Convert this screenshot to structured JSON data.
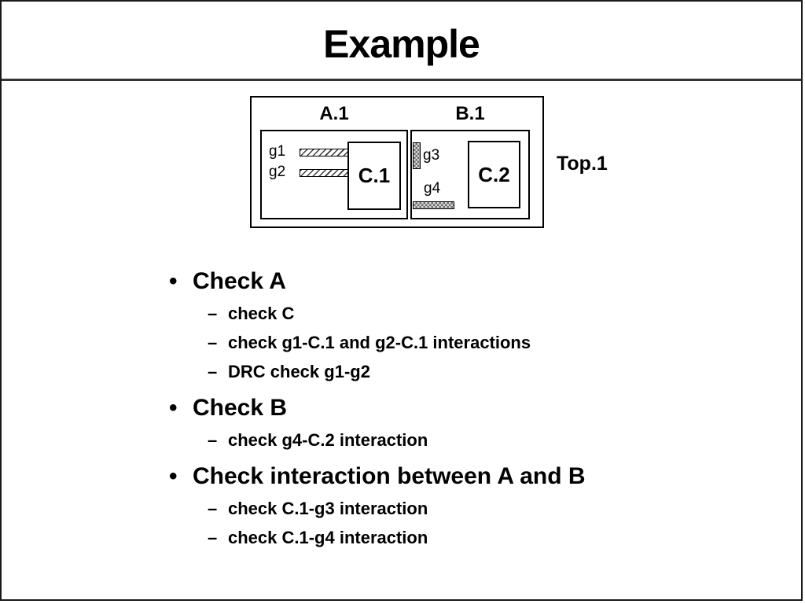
{
  "title": "Example",
  "diagram": {
    "top_label": "Top.1",
    "block_a": {
      "label": "A.1",
      "cell_label": "C.1",
      "wire1": "g1",
      "wire2": "g2"
    },
    "block_b": {
      "label": "B.1",
      "cell_label": "C.2",
      "wire3": "g3",
      "wire4": "g4"
    }
  },
  "bullets": [
    {
      "level": 1,
      "marker": "•",
      "text": "Check A"
    },
    {
      "level": 2,
      "marker": "–",
      "text": "check C"
    },
    {
      "level": 2,
      "marker": "–",
      "text": "check g1-C.1 and g2-C.1 interactions"
    },
    {
      "level": 2,
      "marker": "–",
      "text": "DRC check g1-g2"
    },
    {
      "level": 1,
      "marker": "•",
      "text": "Check B"
    },
    {
      "level": 2,
      "marker": "–",
      "text": "check g4-C.2 interaction"
    },
    {
      "level": 1,
      "marker": "•",
      "text": "Check interaction between A and B"
    },
    {
      "level": 2,
      "marker": "–",
      "text": "check C.1-g3 interaction"
    },
    {
      "level": 2,
      "marker": "–",
      "text": "check C.1-g4 interaction"
    }
  ],
  "colors": {
    "text": "#000000",
    "border": "#000000",
    "title_divider": "#333333",
    "frame": "#1a1a1a",
    "hatch_dark": "#6d6d6d",
    "hatch_light": "#d8d8d8"
  }
}
